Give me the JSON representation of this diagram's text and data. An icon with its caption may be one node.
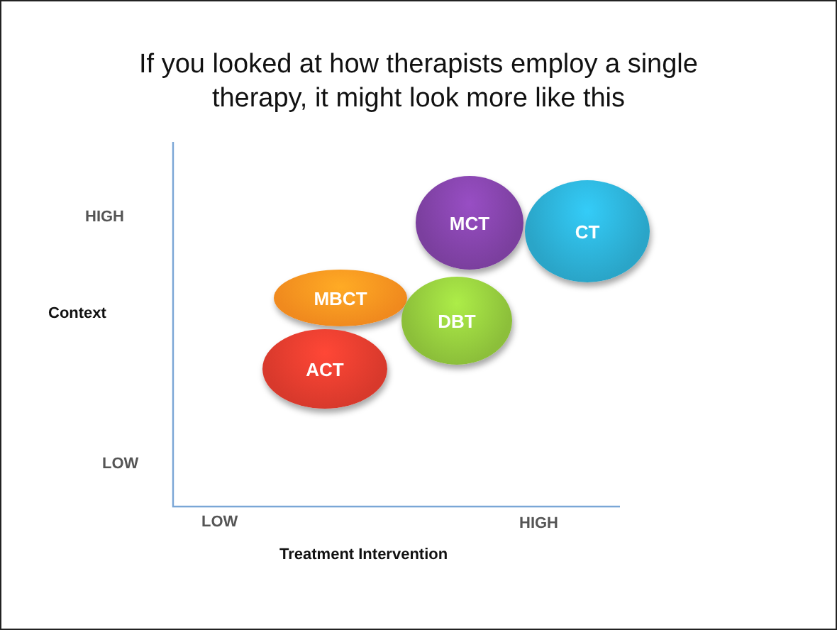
{
  "diagram": {
    "title": "If you looked at how therapists employ a single therapy, it might look more like this",
    "nodes": [
      {
        "text": [
          "MCT"
        ]
      },
      {
        "text": [
          "CT"
        ]
      },
      {
        "text": [
          "MBCT"
        ]
      },
      {
        "text": [
          "DBT"
        ]
      },
      {
        "text": [
          "ACT"
        ]
      }
    ],
    "labels": [
      "HIGH",
      "Context",
      "LOW",
      "LOW",
      "HIGH",
      "Treatment Intervention"
    ]
  }
}
